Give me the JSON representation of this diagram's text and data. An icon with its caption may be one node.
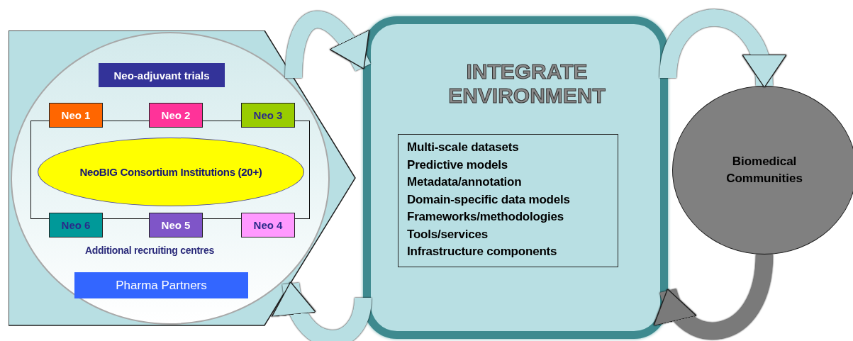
{
  "diagram": {
    "nodes": [
      {
        "text": [],
        "shape": "pentagon"
      },
      {
        "text": [],
        "shape": "circle",
        "in": 0
      },
      {
        "text": [
          "Neo-adjuvant trials"
        ],
        "in": 1
      },
      {
        "text": [],
        "shape": "box",
        "in": 1
      },
      {
        "text": [
          "Neo 1"
        ],
        "in": 1
      },
      {
        "text": [
          "Neo 2"
        ],
        "in": 1
      },
      {
        "text": [
          "Neo 3"
        ],
        "in": 1
      },
      {
        "text": [
          "NeoBIG Consortium Institutions (20+)"
        ],
        "in": 3
      },
      {
        "text": [
          "Neo 6"
        ],
        "in": 1
      },
      {
        "text": [
          "Neo 5"
        ],
        "in": 1
      },
      {
        "text": [
          "Neo 4"
        ],
        "in": 1
      },
      {
        "text": [
          "Pharma Partners"
        ],
        "in": 1
      },
      {
        "text": [
          "INTEGRATE ENVIRONMENT"
        ]
      },
      {
        "text": [
          "Multi-scale datasets",
          "Predictive models",
          "Metadata/annotation",
          "Domain-specific data models",
          "Frameworks/methodologies",
          "Tools/services",
          "Infrastructure components"
        ],
        "in": 12
      },
      {
        "text": [
          "Biomedical Communities"
        ]
      }
    ],
    "edges": [
      {
        "from": 0,
        "to": 12,
        "arrow": "to"
      },
      {
        "from": 12,
        "to": 0,
        "arrow": "to"
      },
      {
        "from": 12,
        "to": 14,
        "arrow": "to"
      },
      {
        "from": 14,
        "to": 12,
        "arrow": "to",
        "color": "#7a7a7a"
      }
    ],
    "labels": [
      "Additional recruiting centres"
    ]
  }
}
